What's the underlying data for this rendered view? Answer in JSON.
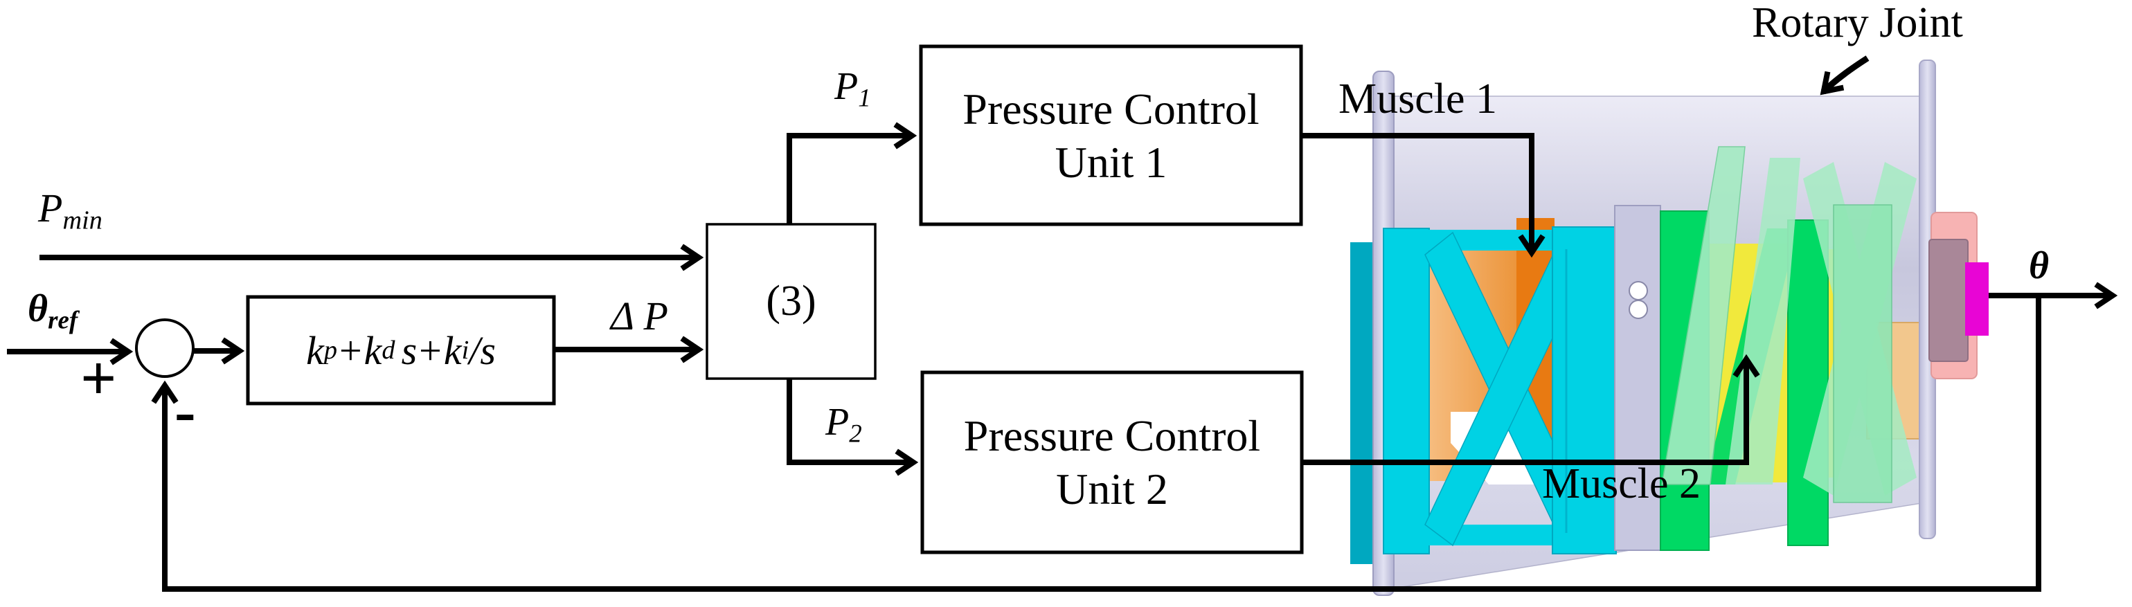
{
  "figure": {
    "background": "#ffffff",
    "labels": {
      "p_min": {
        "base": "P",
        "sub": "min"
      },
      "theta_ref": {
        "base": "θ",
        "sub": "ref"
      },
      "sum_plus": "+",
      "sum_minus": "-",
      "delta_p": "Δ P",
      "eq_block": "(3)",
      "p1": {
        "base": "P",
        "sub": "1"
      },
      "p2": {
        "base": "P",
        "sub": "2"
      },
      "muscle1": "Muscle 1",
      "muscle2": "Muscle 2",
      "rotary_joint": "Rotary Joint",
      "theta_out": "θ"
    },
    "controller_formula": {
      "k1": "k",
      "sub1": "p",
      "plus1": "+",
      "k2": "k",
      "sub2": "d",
      "s": "s",
      "plus2": "+",
      "k3": "k",
      "sub3": "i",
      "slash_s": "/s"
    },
    "pcu1": {
      "line1": "Pressure Control",
      "line2": "Unit 1"
    },
    "pcu2": {
      "line1": "Pressure Control",
      "line2": "Unit 2"
    }
  },
  "colors": {
    "line": "#000000",
    "body_lavender_light": "#e9e9f5",
    "body_lavender": "#cfcfe4",
    "flange_lavender": "#c6c6e2",
    "muscle1_cyan": "#00d2e4",
    "muscle1_cyan_dark": "#00a8c0",
    "muscle1_orange": "#e87a12",
    "muscle1_orange_light": "#f3aa66",
    "disk_lavender": "#c7c7e0",
    "muscle2_green": "#00d964",
    "muscle2_yellow": "#f1e93c",
    "muscle2_pale_green": "#a4ebc2",
    "shaft_tan": "#f2c78d",
    "cap_pink": "#f7b3b3",
    "cap_mauve": "#a98798",
    "cap_magenta": "#e805d5"
  }
}
